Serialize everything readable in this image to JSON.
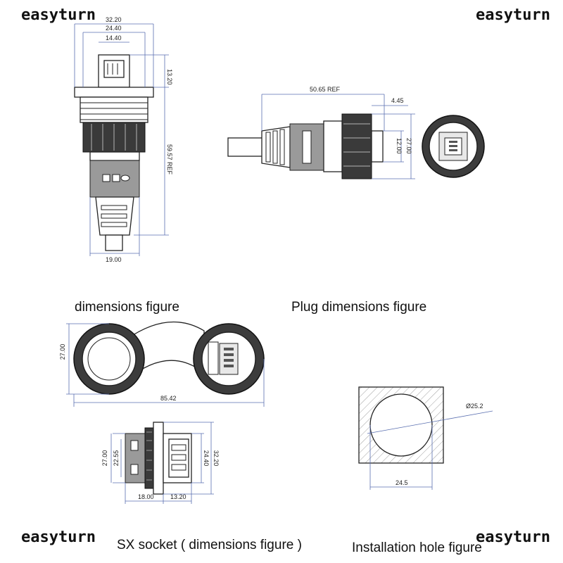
{
  "watermarks": [
    "easyturn",
    "easyturn",
    "easyturn",
    "easyturn"
  ],
  "captions": {
    "dimensions": "dimensions figure",
    "plug": "Plug dimensions figure",
    "socket": "SX socket ( dimensions figure )",
    "installation": "Installation hole figure"
  },
  "receptacle_dims": {
    "w_outer": "32.20",
    "w_mid": "24.40",
    "w_inner": "14.40",
    "h_top": "13.20",
    "length": "59.57 REF",
    "base": "19.00"
  },
  "plug_dims": {
    "length": "50.65 REF",
    "front": "4.45",
    "dia": "27.00",
    "inner": "12.00"
  },
  "cap_dims": {
    "height": "27.00",
    "total": "85.42"
  },
  "socket_dims": {
    "d1": "27.00",
    "d2": "22.55",
    "d3": "24.40",
    "d4": "32.20",
    "l1": "18.00",
    "l2": "13.20"
  },
  "hole_dims": {
    "dia": "Ø25.2",
    "width": "24.5"
  }
}
